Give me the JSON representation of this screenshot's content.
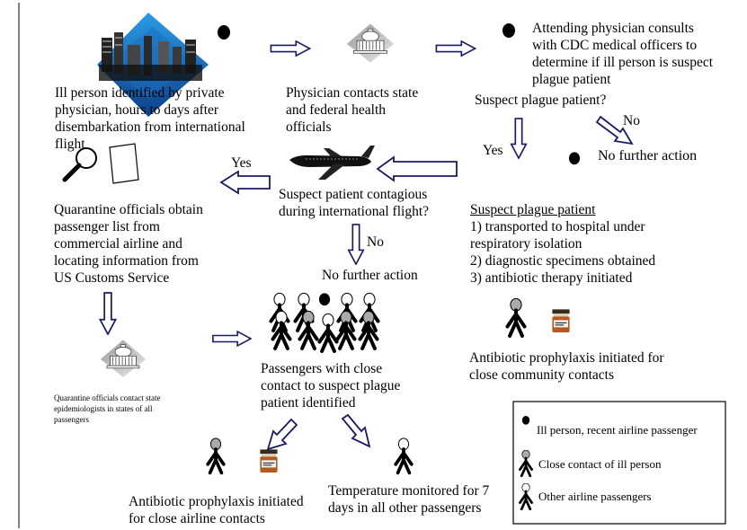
{
  "colors": {
    "line": "#1a1a66",
    "black": "#000000",
    "gray": "#aaaaaa",
    "white": "#ffffff",
    "city_blue": "#1e8bd6",
    "pill_orange": "#b55a1c"
  },
  "icons": {
    "city": "city-skyline-icon",
    "capitol": "capitol-building-icon",
    "plane": "airplane-icon",
    "magnifier": "magnifying-glass-icon",
    "paper": "document-icon",
    "pill_bottle": "pill-bottle-icon",
    "person_ill": "person-ill-icon",
    "person_contact": "person-contact-icon",
    "person_other": "person-other-icon"
  },
  "steps": {
    "identified": [
      "Ill person identified by private",
      "physician, hours to days after",
      "disembarkation from international",
      "flight"
    ],
    "contacts_officials": [
      "Physician contacts state",
      "and federal health",
      "officials"
    ],
    "consults_cdc": [
      "Attending physician consults",
      "with CDC medical officers to",
      "determine if ill person is suspect",
      "plague patient"
    ],
    "suspect_question": "Suspect plague patient?",
    "no_further_1": "No further action",
    "contagious_question": [
      "Suspect patient contagious",
      "during international flight?"
    ],
    "no_further_2": "No further action",
    "quarantine_list": [
      "Quarantine officials obtain",
      "passenger list from",
      "commercial airline and",
      "locating information from",
      "US Customs Service"
    ],
    "quarantine_contact": [
      "Quarantine officials contact state",
      "epidemiologists in states of all",
      "passengers"
    ],
    "passengers_identified": [
      "Passengers with close",
      "contact to suspect plague",
      "patient identified"
    ],
    "prophylaxis_airline": [
      "Antibiotic prophylaxis initiated",
      "for close airline contacts"
    ],
    "temperature": [
      "Temperature monitored for 7",
      "days in all other passengers"
    ],
    "prophylaxis_community": [
      "Antibiotic prophylaxis initiated for",
      "close community contacts"
    ]
  },
  "suspect_box": {
    "title": "Suspect plague patient",
    "items": [
      "1) transported to hospital under",
      "respiratory isolation",
      "2) diagnostic specimens obtained",
      "3) antibiotic therapy initiated"
    ]
  },
  "arrow_labels": {
    "no_1": "No",
    "yes_1": "Yes",
    "yes_2": "Yes",
    "no_2": "No"
  },
  "legend": {
    "ill": "Ill person, recent airline passenger",
    "contact": "Close contact of ill person",
    "other": "Other airline passengers"
  }
}
